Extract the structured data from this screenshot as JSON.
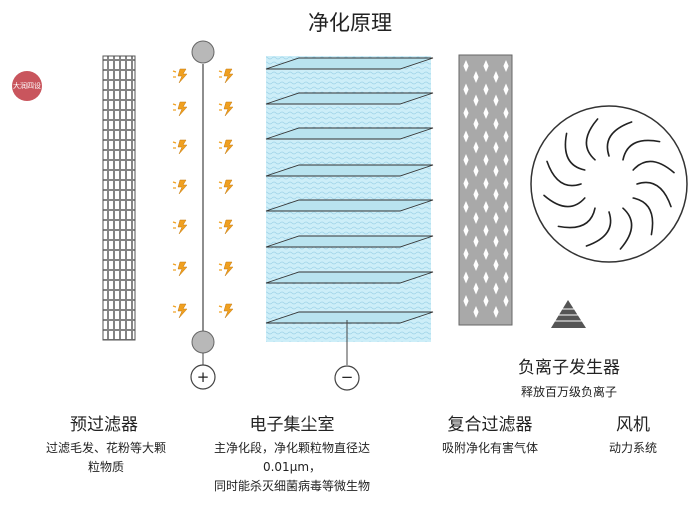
{
  "title": "净化原理",
  "badge": {
    "label": "大润四设"
  },
  "polarity": {
    "plus": "+",
    "minus": "−"
  },
  "ionizer": {
    "title": "负离子发生器",
    "subtitle": "释放百万级负离子"
  },
  "components": [
    {
      "title": "预过滤器",
      "desc": [
        "过滤毛发、花粉等大颗",
        "粒物质"
      ]
    },
    {
      "title": "电子集尘室",
      "desc": [
        "主净化段，净化颗粒物直径达",
        "0.01μm，",
        "同时能杀灭细菌病毒等微生物"
      ]
    },
    {
      "title": "复合过滤器",
      "desc": [
        "吸附净化有害气体"
      ]
    },
    {
      "title": "风机",
      "desc": [
        "动力系统"
      ]
    }
  ],
  "colors": {
    "dust_room": "#cdeef8",
    "filter_gray": "#a9a9a9",
    "spark": "#f0a020",
    "electrode": "#b8b8b8",
    "badge": "#c9555d"
  },
  "icons": [
    "lightning-spark-icon",
    "fan-icon",
    "pyramid-icon"
  ]
}
